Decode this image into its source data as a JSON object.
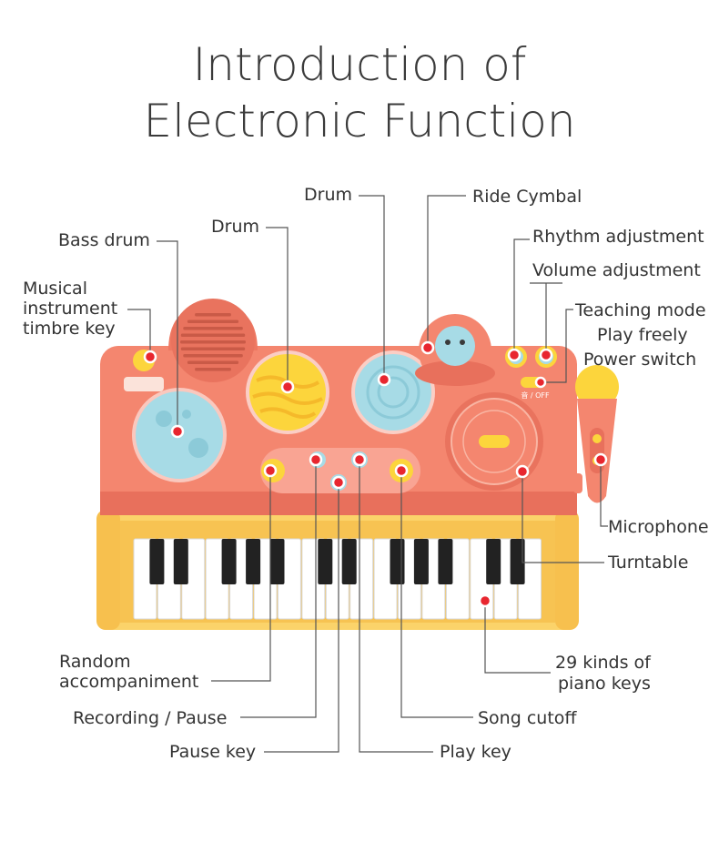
{
  "title": {
    "line1": "Introduction of",
    "line2": "Electronic Function"
  },
  "labels": {
    "drum_top": "Drum",
    "ride_cymbal": "Ride Cymbal",
    "drum_left": "Drum",
    "bass_drum": "Bass drum",
    "rhythm_adjustment": "Rhythm adjustment",
    "volume_adjustment": "Volume adjustment",
    "timbre_line1": "Musical",
    "timbre_line2": "instrument",
    "timbre_line3": "timbre key",
    "teaching_mode": "Teaching mode",
    "play_freely": "Play freely",
    "power_switch": "Power switch",
    "microphone": "Microphone",
    "turntable": "Turntable",
    "piano_keys_line1": "29 kinds of",
    "piano_keys_line2": "piano keys",
    "random_line1": "Random",
    "random_line2": "accompaniment",
    "recording_pause": "Recording / Pause",
    "song_cutoff": "Song cutoff",
    "pause_key": "Pause key",
    "play_key": "Play key"
  },
  "toy_markings": {
    "switch_text": "音 / OFF"
  },
  "colors": {
    "body": "#f4866f",
    "body_dark": "#e8705c",
    "keyboard_frame": "#fbd36a",
    "yellow_pad": "#fcd53c",
    "blue_pad": "#a7dbe6",
    "speaker": "#e9735e",
    "marker": "#e8262f",
    "leader": "#555555"
  }
}
